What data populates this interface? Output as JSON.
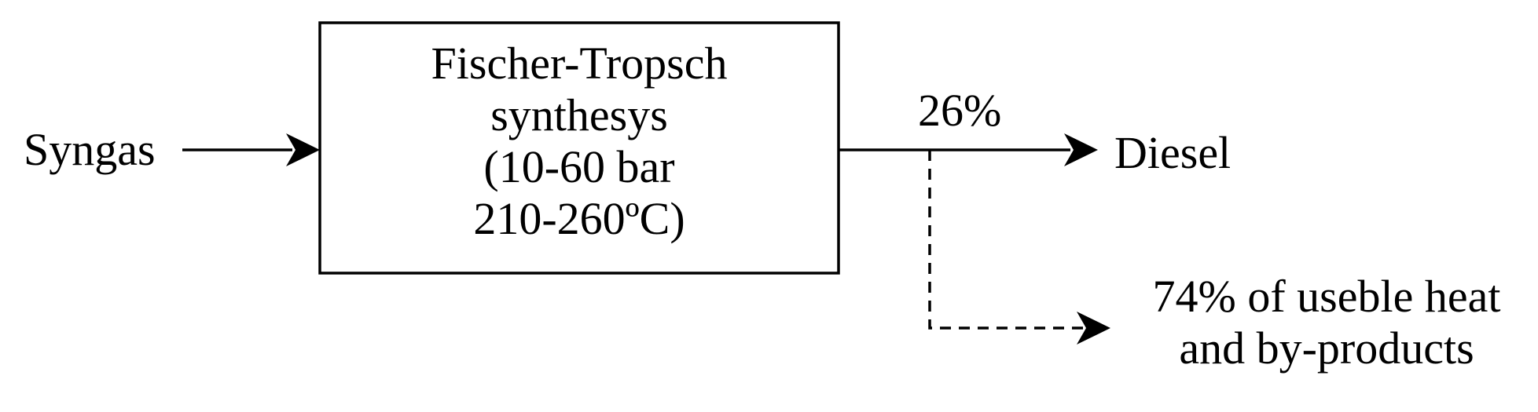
{
  "diagram": {
    "input_label": "Syngas",
    "process": {
      "lines": [
        "Fischer-Tropsch",
        "synthesys",
        "(10-60 bar",
        "210-260ºC)"
      ]
    },
    "main_output": {
      "percent": "26%",
      "label": "Diesel"
    },
    "secondary_output": {
      "lines": [
        "74% of useble heat",
        "and by-products"
      ]
    },
    "colors": {
      "stroke": "#000000",
      "background": "#ffffff"
    }
  }
}
